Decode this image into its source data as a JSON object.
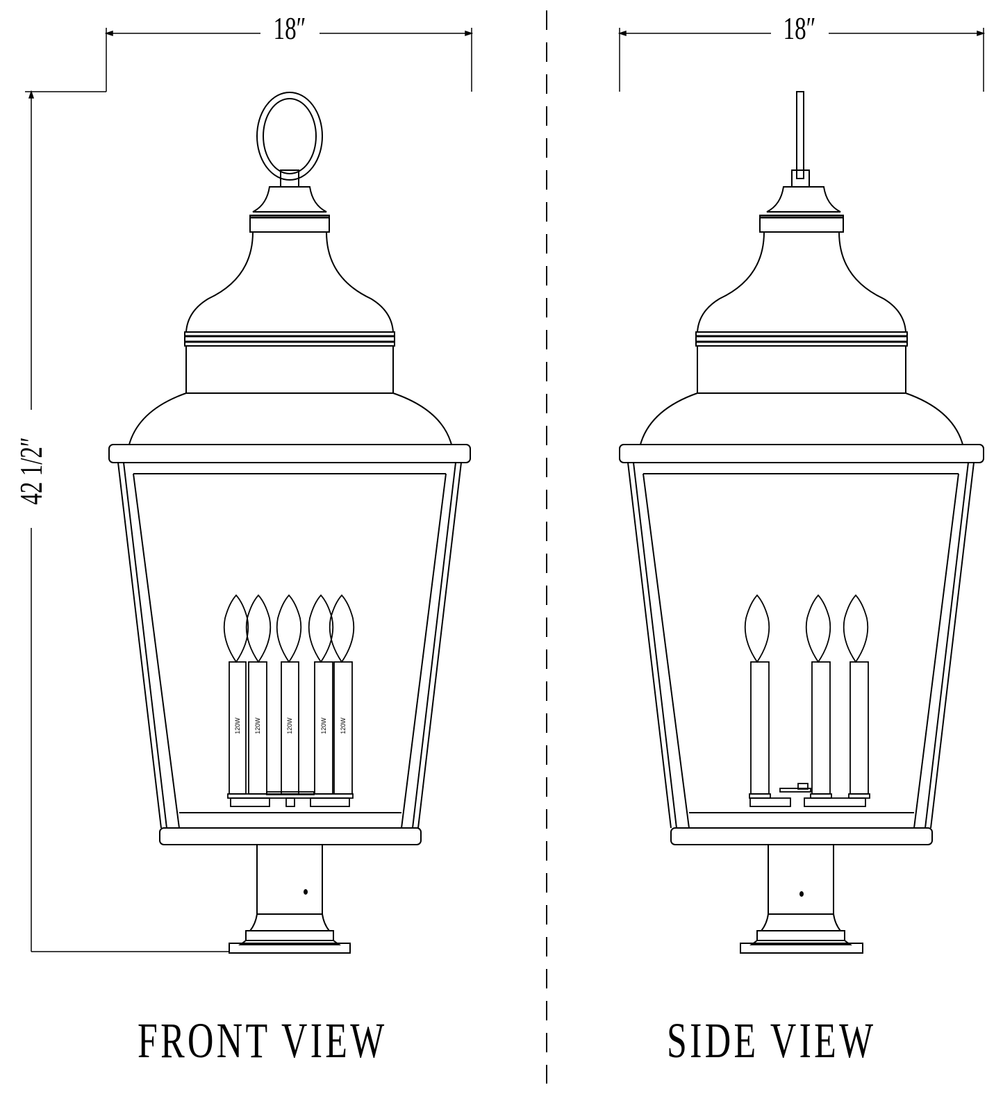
{
  "drawing": {
    "type": "technical elevation drawing - post-mount lantern",
    "stroke_color": "#000000",
    "background": "#ffffff"
  },
  "dimensions": {
    "front_width": "18″",
    "side_width": "18″",
    "overall_height": "42 1/2″"
  },
  "views": [
    {
      "label": "FRONT VIEW",
      "candles": 5,
      "top_mount": "ring"
    },
    {
      "label": "SIDE VIEW",
      "candles": 3,
      "top_mount": "bar"
    }
  ],
  "bulb_labels": [
    "120W",
    "120W",
    "120W",
    "120W",
    "120W"
  ]
}
